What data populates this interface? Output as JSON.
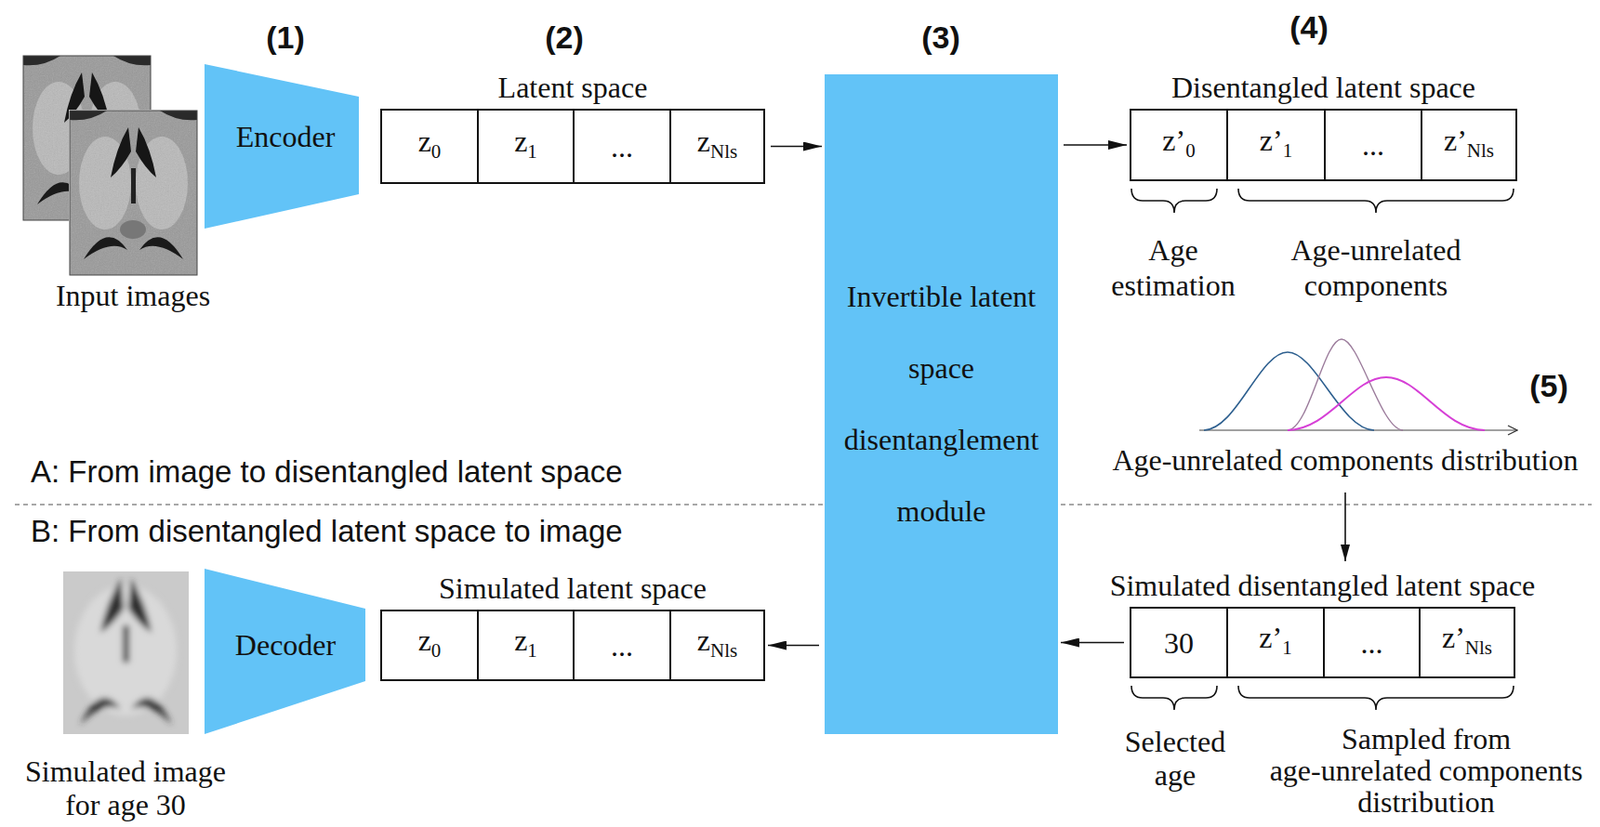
{
  "diagram": {
    "nodes": [
      {
        "text": [
          "Encoder"
        ]
      },
      {
        "text": [
          "Latent space"
        ]
      },
      {
        "text": [
          "z0"
        ],
        "in": 1
      },
      {
        "text": [
          "z1"
        ],
        "in": 1
      },
      {
        "text": [
          "..."
        ],
        "in": 1
      },
      {
        "text": [
          "zNls"
        ],
        "in": 1
      },
      {
        "text": [
          "Invertible latent space disentanglement module"
        ]
      },
      {
        "text": [
          "Disentangled latent space"
        ]
      },
      {
        "text": [
          "z’0"
        ],
        "in": 7
      },
      {
        "text": [
          "z’1"
        ],
        "in": 7
      },
      {
        "text": [
          "..."
        ],
        "in": 7
      },
      {
        "text": [
          "z’Nls"
        ],
        "in": 7
      },
      {
        "text": [
          "Simulated disentangled latent space"
        ]
      },
      {
        "text": [
          "30"
        ],
        "in": 12
      },
      {
        "text": [
          "z’1"
        ],
        "in": 12
      },
      {
        "text": [
          "..."
        ],
        "in": 12
      },
      {
        "text": [
          "z’Nls"
        ],
        "in": 12
      },
      {
        "text": [
          "Simulated latent space"
        ]
      },
      {
        "text": [
          "z0"
        ],
        "in": 17
      },
      {
        "text": [
          "z1"
        ],
        "in": 17
      },
      {
        "text": [
          "..."
        ],
        "in": 17
      },
      {
        "text": [
          "zNls"
        ],
        "in": 17
      },
      {
        "text": [
          "Decoder"
        ]
      }
    ],
    "edges": [
      {
        "from": 1,
        "to": 6,
        "arrow": "to"
      },
      {
        "from": 6,
        "to": 7,
        "arrow": "to"
      },
      {
        "from": 12,
        "to": 6,
        "arrow": "to"
      },
      {
        "from": 6,
        "to": 17,
        "arrow": "to"
      }
    ],
    "labels": [
      "(1)",
      "(2)",
      "(3)",
      "(4)",
      "(5)",
      "Input images",
      "Age estimation",
      "Age-unrelated components",
      "Age-unrelated components distribution",
      "A: From image to disentangled latent space",
      "B: From disentangled latent space to image",
      "Selected age",
      "Sampled from age-unrelated components distribution",
      "Simulated image for age 30"
    ]
  }
}
